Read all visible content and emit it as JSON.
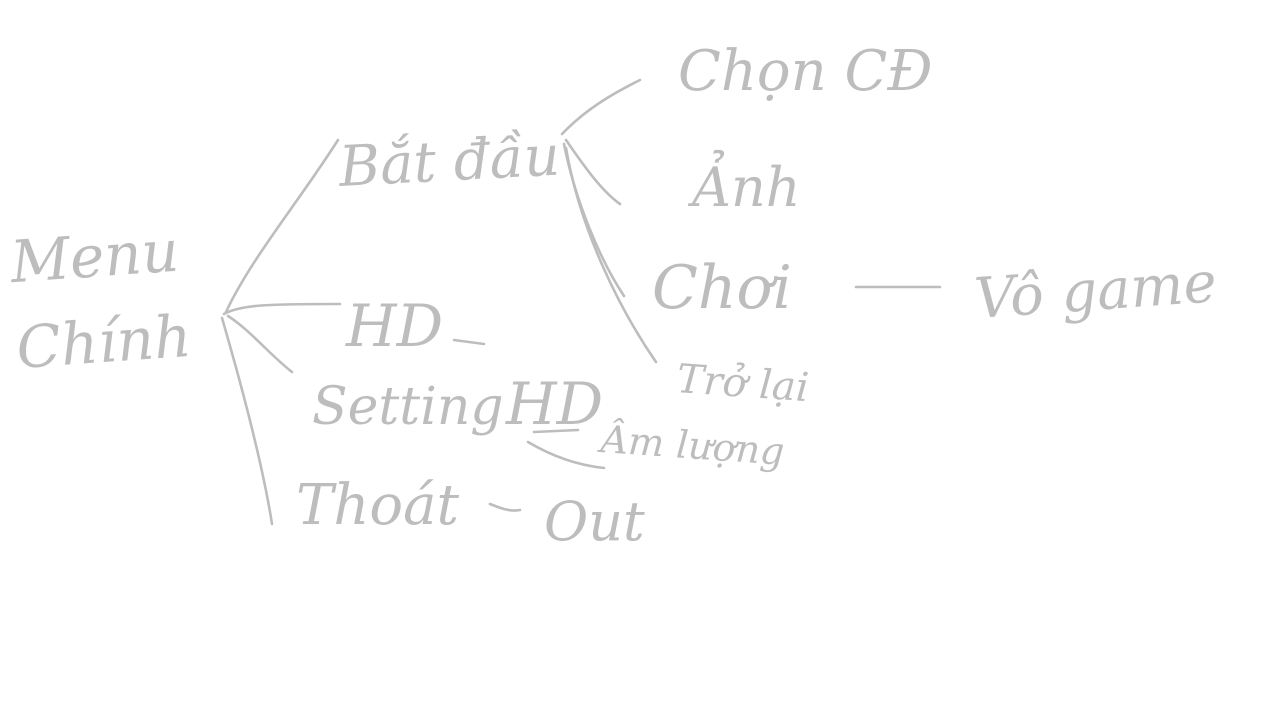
{
  "diagram": {
    "ink_color": "#bdbdbd",
    "background": "#ffffff",
    "root": {
      "label": "Menu Chính"
    },
    "branches": [
      {
        "label": "Bắt đầu"
      },
      {
        "label": "HD"
      },
      {
        "label": "Setting"
      },
      {
        "label": "Thoát"
      }
    ],
    "start_children": [
      {
        "label": "Chọn CĐ"
      },
      {
        "label": "Ảnh"
      },
      {
        "label": "Chơi"
      },
      {
        "label": "Trở lại"
      }
    ],
    "play_target": {
      "label": "Vô game"
    },
    "setting_children": [
      {
        "label": "HD"
      },
      {
        "label": "Âm lượng"
      }
    ],
    "exit_target": {
      "label": "Out"
    }
  }
}
